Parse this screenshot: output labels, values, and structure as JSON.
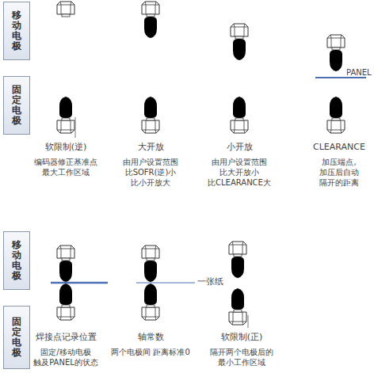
{
  "diagram": {
    "nodes": [
      {
        "text": [
          "移动电极"
        ]
      },
      {
        "text": [
          "固定电极"
        ]
      },
      {
        "text": [
          "移动电极"
        ]
      },
      {
        "text": [
          "固定电极"
        ]
      }
    ],
    "labels": [
      "软限制(逆)",
      "编码器修正基准点 最大工作区域",
      "大开放",
      "由用户设置范围 比SOFR(逆)小 比小开放大",
      "小开放",
      "由用户设置范围 比大开放小 比CLEARANCE大",
      "PANEL",
      "CLEARANCE",
      "加压端点, 加压后自动 隔开的距离",
      "一张纸",
      "焊接点记录位置",
      "固定/移动电极 触及PANEL的状态",
      "轴常数",
      "两个电极间 距离标准0",
      "软限制(正)",
      "隔开两个电极后的 最小工作区域"
    ]
  }
}
